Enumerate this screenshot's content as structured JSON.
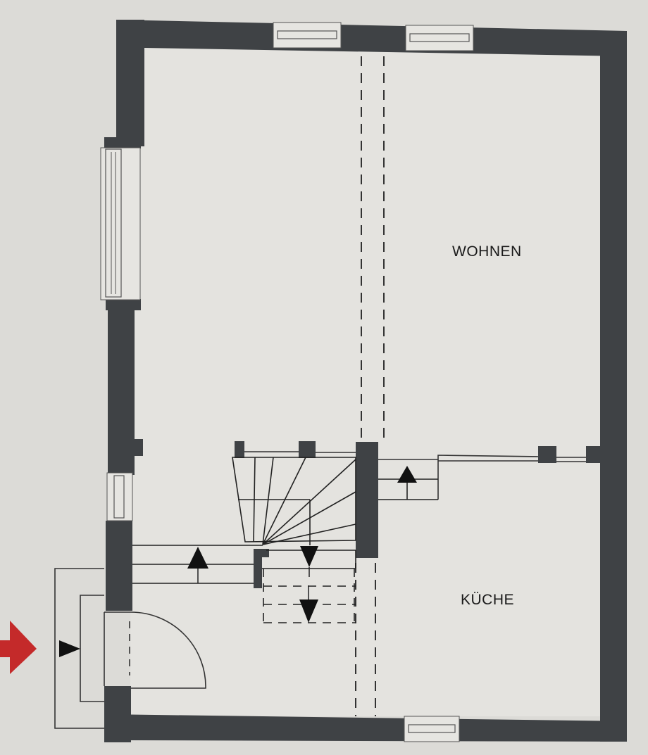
{
  "plan": {
    "type": "floor-plan",
    "rooms": [
      {
        "id": "wohnen",
        "label": "WOHNEN"
      },
      {
        "id": "kueche",
        "label": "KÜCHE"
      }
    ],
    "colors": {
      "wall": "#3f4245",
      "paper": "#dcdbd7",
      "interior": "#e4e3df",
      "line": "#2a2a2a",
      "entrance_arrow": "#c42a2a"
    },
    "symbols": [
      "entrance-arrow",
      "stair-up-arrow",
      "stair-down-arrow",
      "door-swing",
      "window"
    ]
  }
}
